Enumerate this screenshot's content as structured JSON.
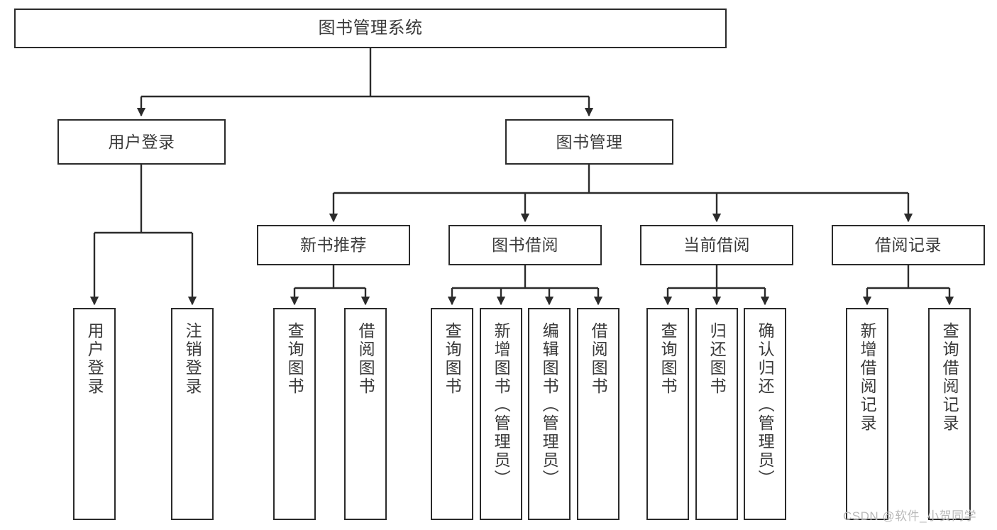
{
  "diagram": {
    "title": "图书管理系统",
    "type": "tree-hierarchy",
    "style": {
      "box_fill": "#ffffff",
      "box_border": "#2b2b2b",
      "text_color": "#3a3a3a",
      "edge_color": "#2b2b2b",
      "background": "#ffffff",
      "watermark_color": "#b9b9b9"
    },
    "nodes": {
      "root": {
        "label": "图书管理系统",
        "level": 0
      },
      "l1": [
        {
          "id": "user_login",
          "label": "用户登录"
        },
        {
          "id": "book_manage",
          "label": "图书管理"
        }
      ],
      "l2": [
        {
          "id": "new_book_rec",
          "label": "新书推荐",
          "parent": "book_manage"
        },
        {
          "id": "book_borrow",
          "label": "图书借阅",
          "parent": "book_manage"
        },
        {
          "id": "current_borrow",
          "label": "当前借阅",
          "parent": "book_manage"
        },
        {
          "id": "borrow_record",
          "label": "借阅记录",
          "parent": "book_manage"
        }
      ],
      "leaves": [
        {
          "id": "leaf_user_login",
          "label": "用户登录",
          "parent": "user_login"
        },
        {
          "id": "leaf_logout",
          "label": "注销登录",
          "parent": "user_login"
        },
        {
          "id": "leaf_query_book_1",
          "label": "查询图书",
          "parent": "new_book_rec"
        },
        {
          "id": "leaf_borrow_book_1",
          "label": "借阅图书",
          "parent": "new_book_rec"
        },
        {
          "id": "leaf_query_book_2",
          "label": "查询图书",
          "parent": "book_borrow"
        },
        {
          "id": "leaf_add_book",
          "label": "新增图书（管理员）",
          "parent": "book_borrow"
        },
        {
          "id": "leaf_edit_book",
          "label": "编辑图书（管理员）",
          "parent": "book_borrow"
        },
        {
          "id": "leaf_borrow_book_2",
          "label": "借阅图书",
          "parent": "book_borrow"
        },
        {
          "id": "leaf_query_book_3",
          "label": "查询图书",
          "parent": "current_borrow"
        },
        {
          "id": "leaf_return_book",
          "label": "归还图书",
          "parent": "current_borrow"
        },
        {
          "id": "leaf_confirm_return",
          "label": "确认归还（管理员）",
          "parent": "current_borrow"
        },
        {
          "id": "leaf_add_record",
          "label": "新增借阅记录",
          "parent": "borrow_record"
        },
        {
          "id": "leaf_query_record",
          "label": "查询借阅记录",
          "parent": "borrow_record"
        }
      ]
    },
    "watermark": "CSDN @软件_小贺同学"
  }
}
